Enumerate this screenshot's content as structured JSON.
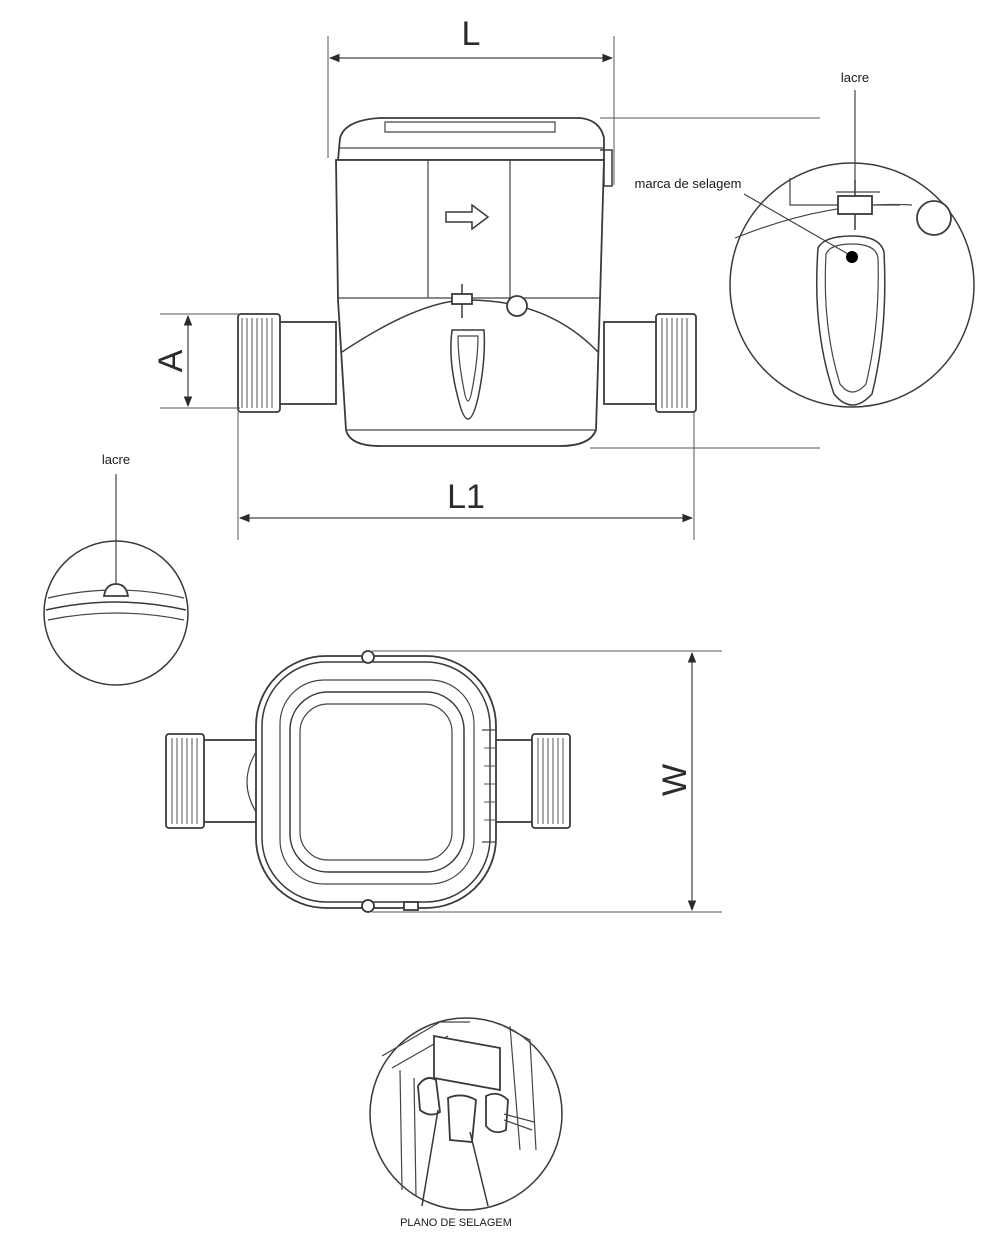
{
  "labels": {
    "dim_L": "L",
    "dim_L1": "L1",
    "dim_A": "A",
    "dim_W": "W",
    "lacre_top": "lacre",
    "marca": "marca de selagem",
    "lacre_left": "lacre",
    "plano": "PLANO DE SELAGEM"
  },
  "colors": {
    "line": "#3a3a3a",
    "seal_dot": "#000000",
    "background": "#ffffff"
  },
  "icons": {
    "flow_direction": "right-arrow-outline"
  }
}
